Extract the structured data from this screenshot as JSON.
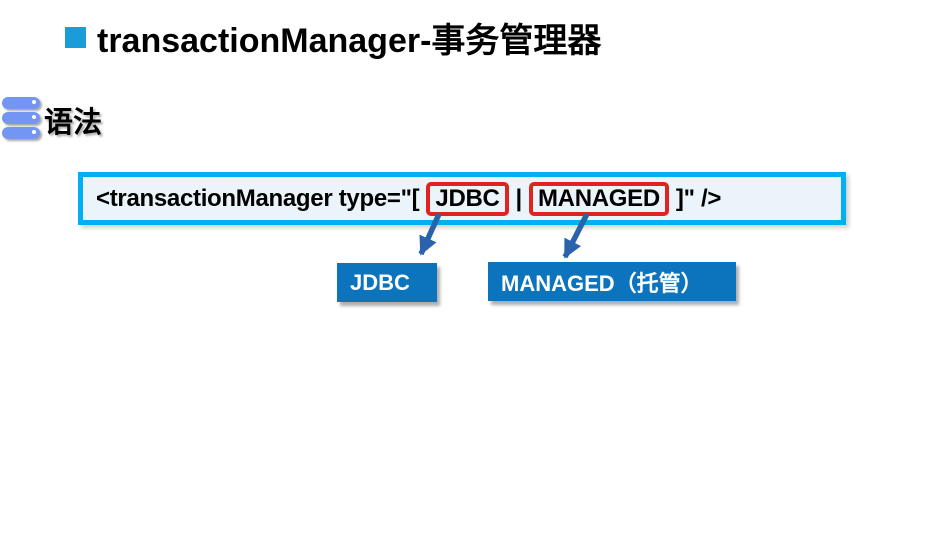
{
  "slide": {
    "title": "transactionManager-事务管理器",
    "section_heading": "语法",
    "code": {
      "full": "<transactionManager type=\"[ JDBC | MANAGED ]\" />",
      "prefix": "<transactionManager type=\"[",
      "option1": "JDBC",
      "separator": "|",
      "option2": "MANAGED",
      "suffix": "]\" />"
    },
    "callouts": [
      {
        "label": "JDBC"
      },
      {
        "label": "MANAGED（托管）"
      }
    ],
    "icons": {
      "section": "database-stack-icon"
    },
    "colors": {
      "title_bullet": "#1B9BD8",
      "section_icon": "#7296F2",
      "code_border": "#00B0F0",
      "code_bg": "#EBF4FB",
      "code_text": "#000000",
      "highlight_border": "#E02222",
      "arrow": "#2A62AB",
      "callout_bg": "#0B74BC",
      "callout_text": "#FFFFFF"
    }
  }
}
